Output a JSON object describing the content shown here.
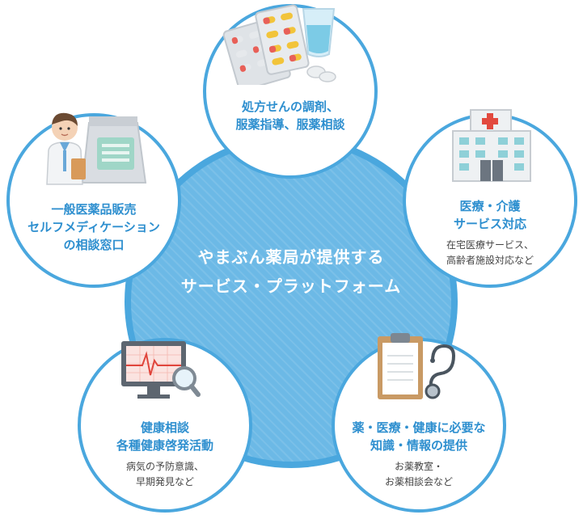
{
  "center": {
    "line1": "やまぶん薬局が提供する",
    "line2": "サービス・プラットフォーム"
  },
  "nodes": {
    "top": {
      "title": [
        "処方せんの調剤、",
        "服薬指導、服薬相談"
      ],
      "illustration": "pills-and-water-icon"
    },
    "left": {
      "title": [
        "一般医薬品販売",
        "セルフメディケーション",
        "の相談窓口"
      ],
      "illustration": "pharmacist-with-medicine-bag-icon"
    },
    "right": {
      "title": [
        "医療・介護",
        "サービス対応"
      ],
      "sub": [
        "在宅医療サービス、",
        "高齢者施設対応など"
      ],
      "illustration": "hospital-building-icon"
    },
    "bottom_left": {
      "title": [
        "健康相談",
        "各種健康啓発活動"
      ],
      "sub": [
        "病気の予防意識、",
        "早期発見など"
      ],
      "illustration": "monitor-magnifier-icon"
    },
    "bottom_right": {
      "title": [
        "薬・医療・健康に必要な",
        "知識・情報の提供"
      ],
      "sub": [
        "お薬教室・",
        "お薬相談会など"
      ],
      "illustration": "clipboard-stethoscope-icon"
    }
  },
  "colors": {
    "accent": "#2e8fcf",
    "circle_fill": "#6cb9e6",
    "circle_border": "#4aa7de"
  }
}
